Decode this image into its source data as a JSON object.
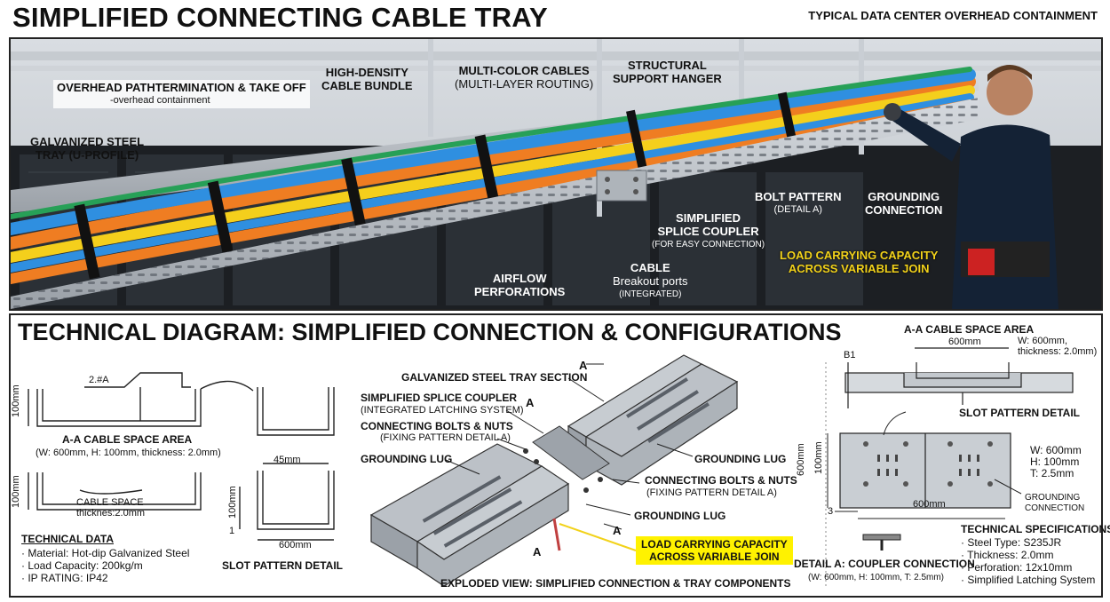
{
  "title": "SIMPLIFIED CONNECTING CABLE TRAY",
  "top_right_label": "TYPICAL DATA CENTER OVERHEAD CONTAINMENT",
  "photo": {
    "overhead": {
      "main": "OVERHEAD PATHTERMINATION & TAKE OFF",
      "sub": "-overhead containment"
    },
    "galvanized": {
      "line1": "GALVANIZED STEEL",
      "line2": "TRAY (U-PROFILE)"
    },
    "bundle": {
      "line1": "HIGH-DENSITY",
      "line2": "CABLE BUNDLE"
    },
    "multicolor": {
      "line1": "MULTI-COLOR CABLES",
      "line2": "(MULTI-LAYER ROUTING)"
    },
    "hanger": {
      "line1": "STRUCTURAL",
      "line2": "SUPPORT HANGER"
    },
    "bolt": {
      "line1": "BOLT PATTERN",
      "line2": "(DETAIL A)"
    },
    "grounding": {
      "line1": "GROUNDING",
      "line2": "CONNECTION"
    },
    "splice": {
      "line1": "SIMPLIFIED",
      "line2": "SPLICE COUPLER",
      "line3": "(FOR EASY CONNECTION)"
    },
    "load": {
      "line1": "LOAD CARRYING CAPACITY",
      "line2": "ACROSS VARIABLE JOIN"
    },
    "airflow": {
      "line1": "AIRFLOW",
      "line2": "PERFORATIONS"
    },
    "breakout": {
      "line1": "CABLE",
      "line2": "Breakout ports",
      "line3": "(INTEGRATED)"
    }
  },
  "diagram": {
    "title": "TECHNICAL DIAGRAM: SIMPLIFIED CONNECTION & CONFIGURATIONS",
    "left": {
      "dim_top": "2.#A",
      "dim_100a": "100mm",
      "aa_title": "A-A CABLE SPACE AREA",
      "aa_sub": "(W: 600mm, H: 100mm, thickness: 2.0mm)",
      "dim_100b": "100mm",
      "cable_space": "CABLE SPACE",
      "thickness": "thicknes:2.0mm",
      "dim_45": "45mm",
      "dim_100c": "100mm",
      "dim_1": "1",
      "dim_600": "600mm",
      "slot_title": "SLOT PATTERN DETAIL",
      "tech_title": "TECHNICAL DATA",
      "tech_items": [
        "· Material: Hot-dip Galvanized Steel",
        "· Load Capacity: 200kg/m",
        "· IP RATING: IP42"
      ]
    },
    "middle": {
      "section_a": "A",
      "tray_section": "GALVANIZED STEEL TRAY SECTION",
      "coupler_main": "SIMPLIFIED SPLICE COUPLER",
      "coupler_sub": "(INTEGRATED LATCHING SYSTEM)",
      "bolts_main": "CONNECTING BOLTS & NUTS",
      "bolts_sub": "(FIXING PATTERN DETAIL A)",
      "lug_left": "GROUNDING LUG",
      "lug_right": "GROUNDING LUG",
      "bolts2_main": "CONNECTING BOLTS & NUTS",
      "bolts2_sub": "(FIXING PATTERN DETAIL A)",
      "lug_bottom": "GROUNDING LUG",
      "load_line1": "LOAD CARRYING CAPACITY",
      "load_line2": "ACROSS VARIABLE JOIN",
      "exploded": "EXPLODED VIEW: SIMPLIFIED CONNECTION & TRAY COMPONENTS"
    },
    "right": {
      "aa_title": "A-A CABLE SPACE AREA",
      "dim_600a": "600mm",
      "w_spec1": "W: 600mm,",
      "w_spec2": "thickness: 2.0mm)",
      "b1": "B1",
      "slot_title": "SLOT PATTERN DETAIL",
      "dim_600b": "600mm",
      "dim_100": "100mm",
      "spec_w": "W: 600mm",
      "spec_h": "H: 100mm",
      "spec_t": "T: 2.5mm",
      "dim_3": "3",
      "dim_600c": "600mm",
      "grounding1": "GROUNDING",
      "grounding2": "CONNECTION",
      "detail_title": "DETAIL A: COUPLER CONNECTION",
      "detail_sub": "(W: 600mm, H: 100mm, T: 2.5mm)",
      "spec_title": "TECHNICAL SPECIFICATIONS",
      "spec_items": [
        "· Steel Type: S235JR",
        "· Thickness: 2.0mm",
        "· Perforation: 12x10mm",
        "· Simplified Latching System"
      ]
    }
  },
  "colors": {
    "highlight": "#fff200",
    "yellow_text": "#f2d21a",
    "tray": "#b9bec4",
    "cable_blue": "#2f8fe0",
    "cable_orange": "#ef7d22",
    "cable_yellow": "#f4cf1c"
  }
}
